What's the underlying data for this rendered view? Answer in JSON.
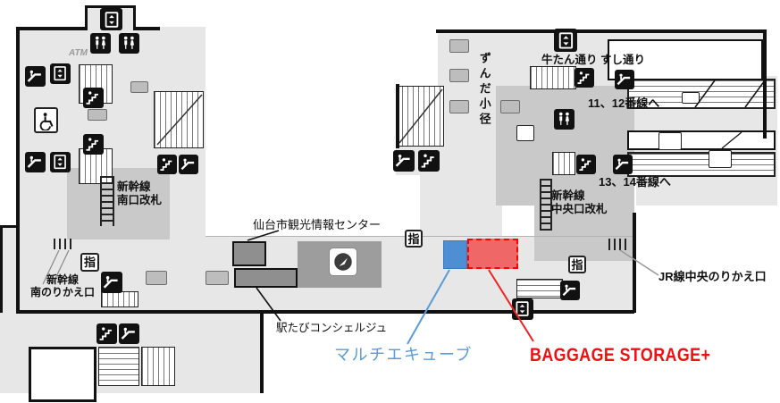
{
  "colors": {
    "multi_ecube_blue": "#4d8fd2",
    "multi_ecube_label_blue": "#5b9bd5",
    "baggage_red": "#ee1111",
    "baggage_fill": "#f06a6a",
    "floor_light": "#e7e7e7",
    "floor_medium": "#c9c9c9",
    "counter_gray": "#8f8f8f",
    "wall_black": "#111111"
  },
  "labels": {
    "tourist_info": "仙台市観光情報センター",
    "concierge": "駅たびコンシェルジュ",
    "jr_central_transfer": "JR線中央のりかえ口",
    "gyutan_sushi_street": "牛たん通り すし通り",
    "zunda_path": "ずんだ小径",
    "tracks_11_12": "11、12番線へ",
    "tracks_13_14": "13、14番線へ",
    "atm": "ATM",
    "shinkansen_south_gate": [
      "新幹線",
      "南口改札"
    ],
    "shinkansen_central_gate": [
      "新幹線",
      "中央口改札"
    ],
    "shinkansen_south_transfer": [
      "新幹線",
      "南のりかえ口"
    ]
  },
  "highlights": {
    "multi_ecube": "マルチエキューブ",
    "baggage_storage": "BAGGAGE STORAGE+"
  },
  "icons": {
    "ticket_machine_glyph": "指",
    "escalator": "escalator-glyph",
    "stairs": "person-on-stairs-glyph",
    "elevator": "elevator-box-glyph",
    "restroom": "restroom-persons-glyph",
    "wheelchair": "wheelchair-glyph",
    "compass": "circle-needle-glyph"
  }
}
